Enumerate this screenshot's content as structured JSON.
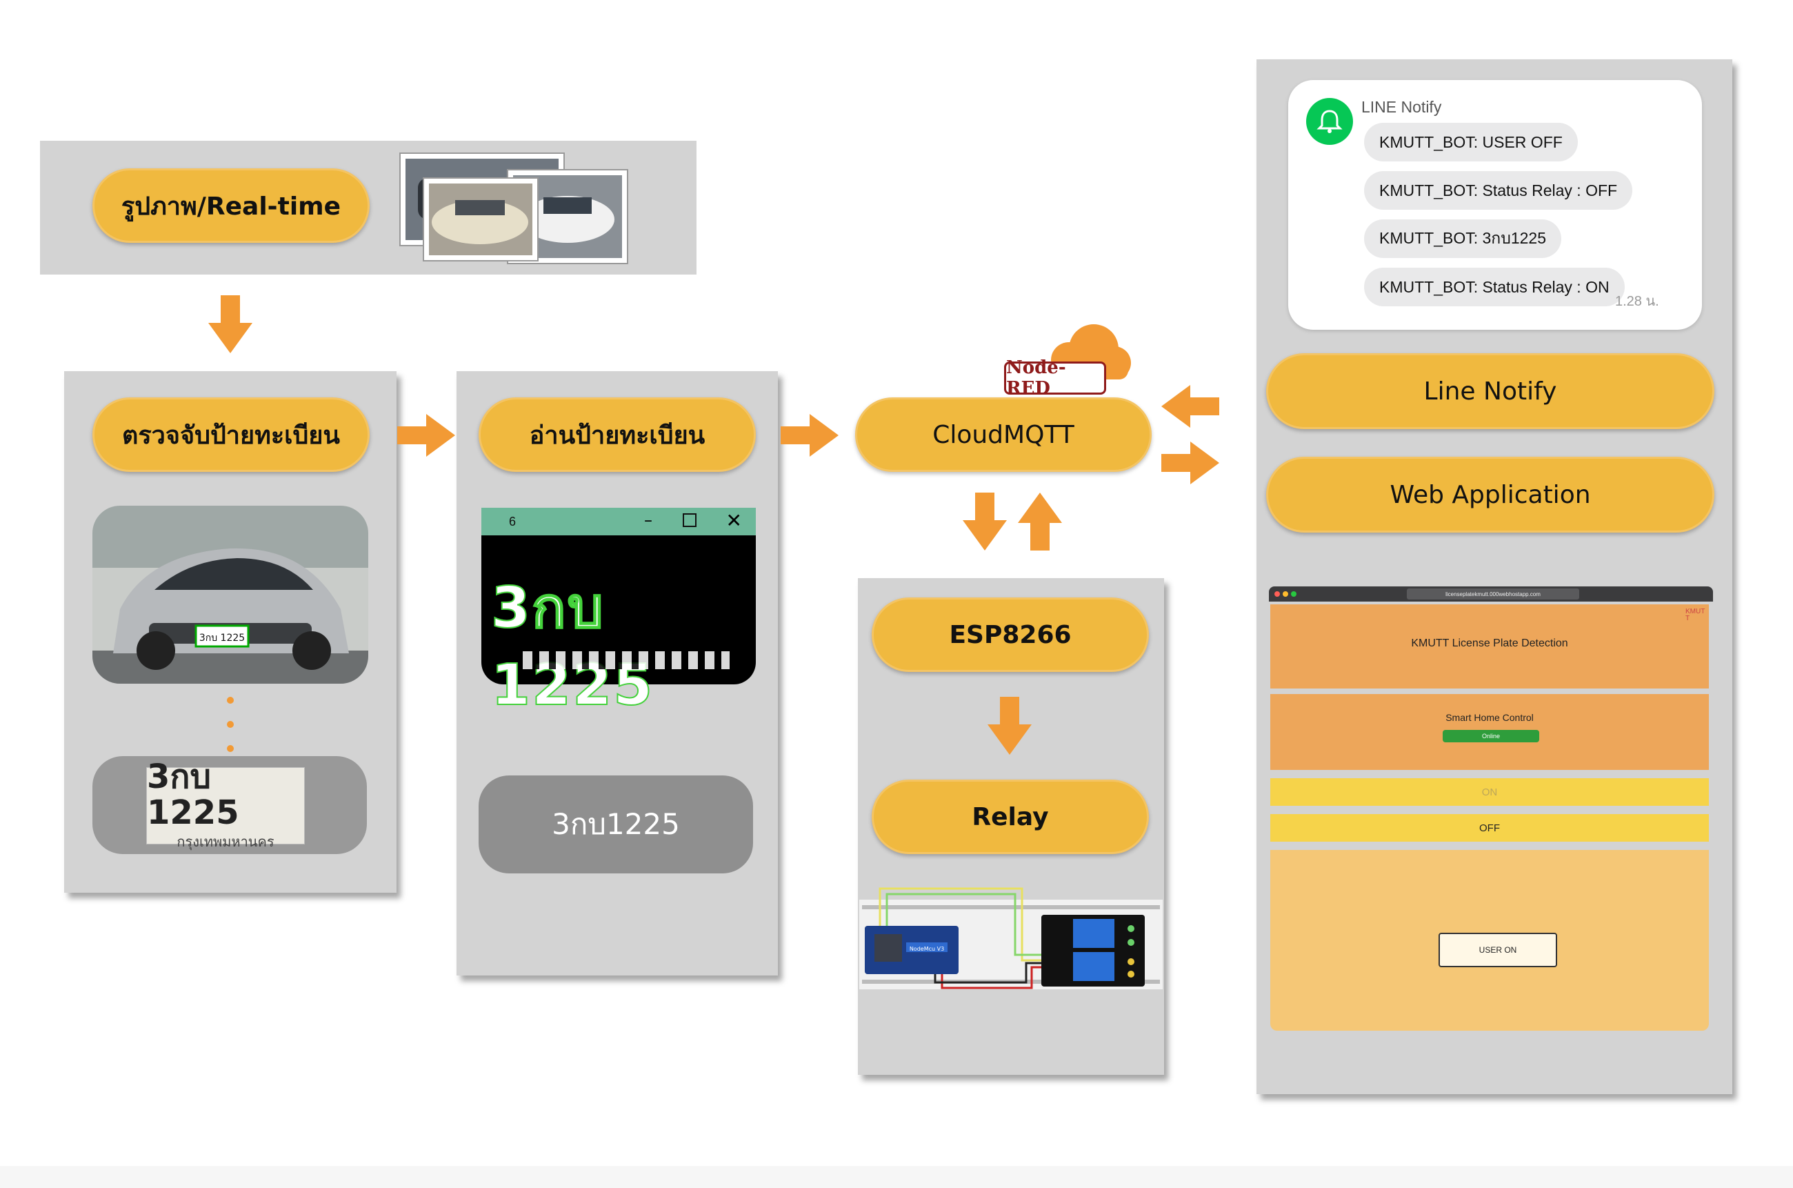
{
  "input": {
    "label": "รูปภาพ/Real-time"
  },
  "detect": {
    "label": "ตรวจจับป้ายทะเบียน",
    "plate_crop_text": "3กบ 1225",
    "plate_crop_sub": "กรุงเทพมหานคร"
  },
  "read": {
    "label": "อ่านป้ายทะเบียน",
    "window_title": "6",
    "ocr_text": "3กบ 1225",
    "result": "3กบ1225"
  },
  "broker": {
    "label": "CloudMQTT",
    "badge": "Node-RED"
  },
  "device": {
    "label1": "ESP8266",
    "label2": "Relay",
    "board_label": "NodeMcu V3"
  },
  "line_chat": {
    "sender": "LINE Notify",
    "messages": [
      "KMUTT_BOT: USER OFF",
      "KMUTT_BOT: Status Relay : OFF",
      "KMUTT_BOT: 3กบ1225",
      "KMUTT_BOT: Status Relay : ON"
    ],
    "time": "1.28 น."
  },
  "outputs": {
    "line_notify": "Line Notify",
    "web_app": "Web Application"
  },
  "webapp": {
    "url": "licenseplatekmutt.000webhostapp.com",
    "logo": "KMUTT",
    "title": "KMUTT License Plate Detection",
    "control_title": "Smart Home Control",
    "status": "Online",
    "on": "ON",
    "off": "OFF",
    "user_button": "USER ON"
  },
  "colors": {
    "accent": "#f0b93f",
    "arrow": "#f29a35",
    "panel": "#d3d3d3",
    "line_green": "#06c755"
  }
}
